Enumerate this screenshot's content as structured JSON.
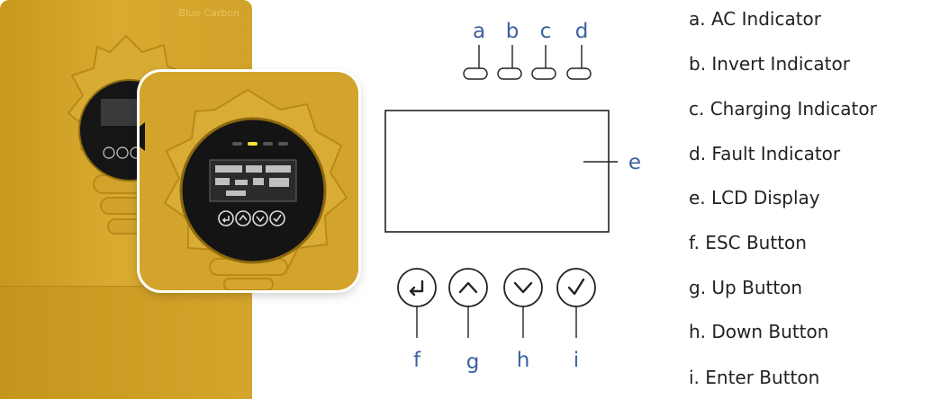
{
  "device": {
    "brand_text": "Blue Carbon"
  },
  "diagram": {
    "indicator_letters": [
      "a",
      "b",
      "c",
      "d"
    ],
    "lcd_letter": "e",
    "button_letters": [
      "f",
      "g",
      "h",
      "i"
    ]
  },
  "legend": {
    "items": [
      "a. AC Indicator",
      "b. Invert Indicator",
      "c. Charging Indicator",
      "d. Fault Indicator",
      "e. LCD Display",
      "f. ESC Button",
      "g. Up Button",
      "h. Down Button",
      "i. Enter Button"
    ]
  },
  "icons": {
    "esc": "return-arrow-icon",
    "up": "chevron-up-icon",
    "down": "chevron-down-icon",
    "enter": "checkmark-icon"
  },
  "colors": {
    "device_gold": "#d4a42c",
    "label_blue": "#3d62a0",
    "indicator_yellow": "#f4e23a"
  }
}
